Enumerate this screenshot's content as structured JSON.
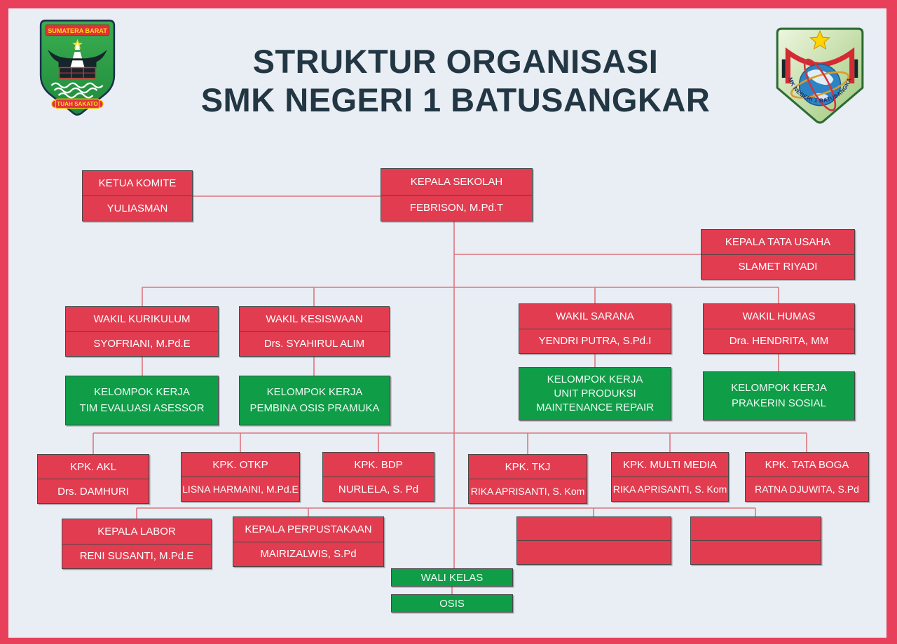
{
  "header": {
    "title_line1": "STRUKTUR ORGANISASI",
    "title_line2": "SMK NEGERI 1 BATUSANGKAR"
  },
  "logos": {
    "left": {
      "banner_text": "SUMATERA BARAT",
      "motto_text": "TUAH SAKATO"
    },
    "right": {
      "arc_text": "SMK NEGERI 1 BATUSANGKAR"
    }
  },
  "colors": {
    "background": "#e9edf4",
    "frame_red": "#e8405a",
    "node_red": "#e23c50",
    "node_green": "#0f9d48",
    "connector_red": "#de767e",
    "title_text": "#223743"
  },
  "nodes": {
    "ketua_komite": {
      "title": "KETUA KOMITE",
      "name": "YULIASMAN"
    },
    "kepala_sekolah": {
      "title": "KEPALA SEKOLAH",
      "name": "FEBRISON, M.Pd.T"
    },
    "kepala_tata_usaha": {
      "title": "KEPALA TATA USAHA",
      "name": "SLAMET RIYADI"
    },
    "wakil_kurikulum": {
      "title": "WAKIL KURIKULUM",
      "name": "SYOFRIANI, M.Pd.E"
    },
    "wakil_kesiswaan": {
      "title": "WAKIL KESISWAAN",
      "name": "Drs. SYAHIRUL ALIM"
    },
    "wakil_sarana": {
      "title": "WAKIL SARANA",
      "name": "YENDRI PUTRA, S.Pd.I"
    },
    "wakil_humas": {
      "title": "WAKIL HUMAS",
      "name": "Dra. HENDRITA, MM"
    },
    "pokja_kurikulum": {
      "line1": "KELOMPOK KERJA",
      "line2": "TIM EVALUASI ASESSOR"
    },
    "pokja_kesiswaan": {
      "line1": "KELOMPOK KERJA",
      "line2": "PEMBINA OSIS PRAMUKA"
    },
    "pokja_sarana": {
      "line1": "KELOMPOK KERJA",
      "line2": "UNIT PRODUKSI",
      "line3": "MAINTENANCE REPAIR"
    },
    "pokja_humas": {
      "line1": "KELOMPOK KERJA",
      "line2": "PRAKERIN SOSIAL"
    },
    "kpk_akl": {
      "title": "KPK. AKL",
      "name": "Drs. DAMHURI"
    },
    "kpk_otkp": {
      "title": "KPK. OTKP",
      "name": "LISNA HARMAINI, M.Pd.E"
    },
    "kpk_bdp": {
      "title": "KPK. BDP",
      "name": "NURLELA, S. Pd"
    },
    "kpk_tkj": {
      "title": "KPK. TKJ",
      "name": "RIKA APRISANTI, S. Kom"
    },
    "kpk_multi_media": {
      "title": "KPK. MULTI MEDIA",
      "name": "RIKA APRISANTI, S. Kom"
    },
    "kpk_tata_boga": {
      "title": "KPK. TATA BOGA",
      "name": "RATNA DJUWITA, S.Pd"
    },
    "kepala_labor": {
      "title": "KEPALA LABOR",
      "name": "RENI SUSANTI, M.Pd.E"
    },
    "kepala_perpustakaan": {
      "title": "KEPALA PERPUSTAKAAN",
      "name": "MAIRIZALWIS, S.Pd"
    },
    "empty_1": {
      "title": "",
      "name": ""
    },
    "empty_2": {
      "title": "",
      "name": ""
    },
    "wali_kelas": {
      "label": "WALI KELAS"
    },
    "osis": {
      "label": "OSIS"
    }
  }
}
